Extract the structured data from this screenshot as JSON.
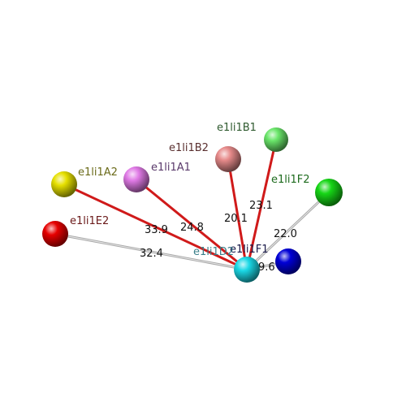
{
  "diagram": {
    "center": {
      "id": "e1li1D2",
      "label": "e1li1D2",
      "color": "#1ad8e6",
      "label_color": "#3a7f8a"
    },
    "nodes": [
      {
        "id": "e1li1E2",
        "label": "e1li1E2",
        "color": "#e60000",
        "label_color": "#6b1a1a"
      },
      {
        "id": "e1li1A2",
        "label": "e1li1A2",
        "color": "#e6e000",
        "label_color": "#6b6b1a"
      },
      {
        "id": "e1li1A1",
        "label": "e1li1A1",
        "color": "#e07ae6",
        "label_color": "#5a3a6b"
      },
      {
        "id": "e1li1B2",
        "label": "e1li1B2",
        "color": "#e68a8a",
        "label_color": "#5a3030"
      },
      {
        "id": "e1li1B1",
        "label": "e1li1B1",
        "color": "#6ae66a",
        "label_color": "#2f5a2f"
      },
      {
        "id": "e1li1F2",
        "label": "e1li1F2",
        "color": "#16d616",
        "label_color": "#1e6b1e"
      },
      {
        "id": "e1li1F1",
        "label": "e1li1F1",
        "color": "#0000d6",
        "label_color": "#1a1a4a"
      }
    ],
    "edges": [
      {
        "from": "e1li1D2",
        "to": "e1li1E2",
        "label": "32.4",
        "color": "#a8a8a8"
      },
      {
        "from": "e1li1D2",
        "to": "e1li1A2",
        "label": "33.9",
        "color": "#d01a1a"
      },
      {
        "from": "e1li1D2",
        "to": "e1li1A1",
        "label": "24.8",
        "color": "#d01a1a"
      },
      {
        "from": "e1li1D2",
        "to": "e1li1B2",
        "label": "20.1",
        "color": "#d01a1a"
      },
      {
        "from": "e1li1D2",
        "to": "e1li1B1",
        "label": "23.1",
        "color": "#d01a1a"
      },
      {
        "from": "e1li1D2",
        "to": "e1li1F2",
        "label": "22.0",
        "color": "#a8a8a8"
      },
      {
        "from": "e1li1D2",
        "to": "e1li1F1",
        "label": "9.6",
        "color": "#a8a8a8"
      }
    ]
  }
}
